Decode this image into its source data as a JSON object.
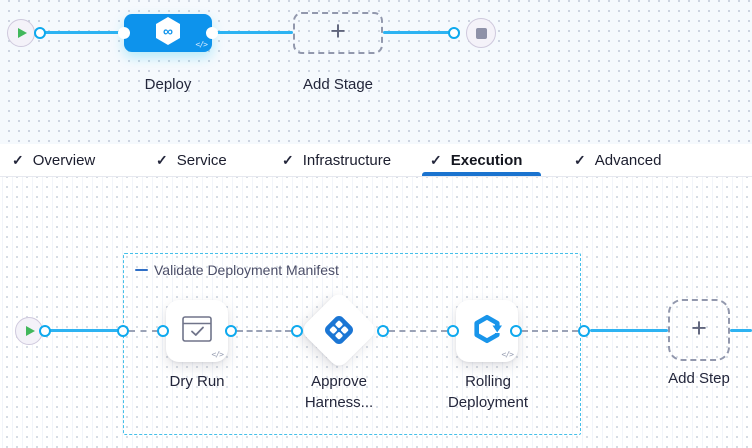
{
  "stage_canvas": {
    "deploy": {
      "label": "Deploy"
    },
    "add_stage": {
      "label": "Add Stage",
      "plus": "+"
    }
  },
  "tab_bar": {
    "tabs": [
      {
        "label": "Overview",
        "check": "✓",
        "active": false
      },
      {
        "label": "Service",
        "check": "✓",
        "active": false
      },
      {
        "label": "Infrastructure",
        "check": "✓",
        "active": false
      },
      {
        "label": "Execution",
        "check": "✓",
        "active": true
      },
      {
        "label": "Advanced",
        "check": "✓",
        "active": false
      }
    ]
  },
  "execution_canvas": {
    "step_group": {
      "title": "Validate Deployment Manifest"
    },
    "steps": [
      {
        "label": "Dry Run"
      },
      {
        "label": "Approve Harness..."
      },
      {
        "label": "Rolling Deployment"
      }
    ],
    "add_step": {
      "label": "Add Step",
      "plus": "+"
    }
  },
  "icons": {
    "code": "</>",
    "infinity": "∞"
  },
  "colors": {
    "node_blue": "#0d93ec",
    "connector_cyan": "#2db3f2",
    "port_ring": "#0ea9ee",
    "group_border": "#44c0ea",
    "tab_underline": "#1a73cf",
    "play_green": "#42b85c",
    "approval_blue": "#1b76d4",
    "rolling_blue": "#1995ea"
  }
}
